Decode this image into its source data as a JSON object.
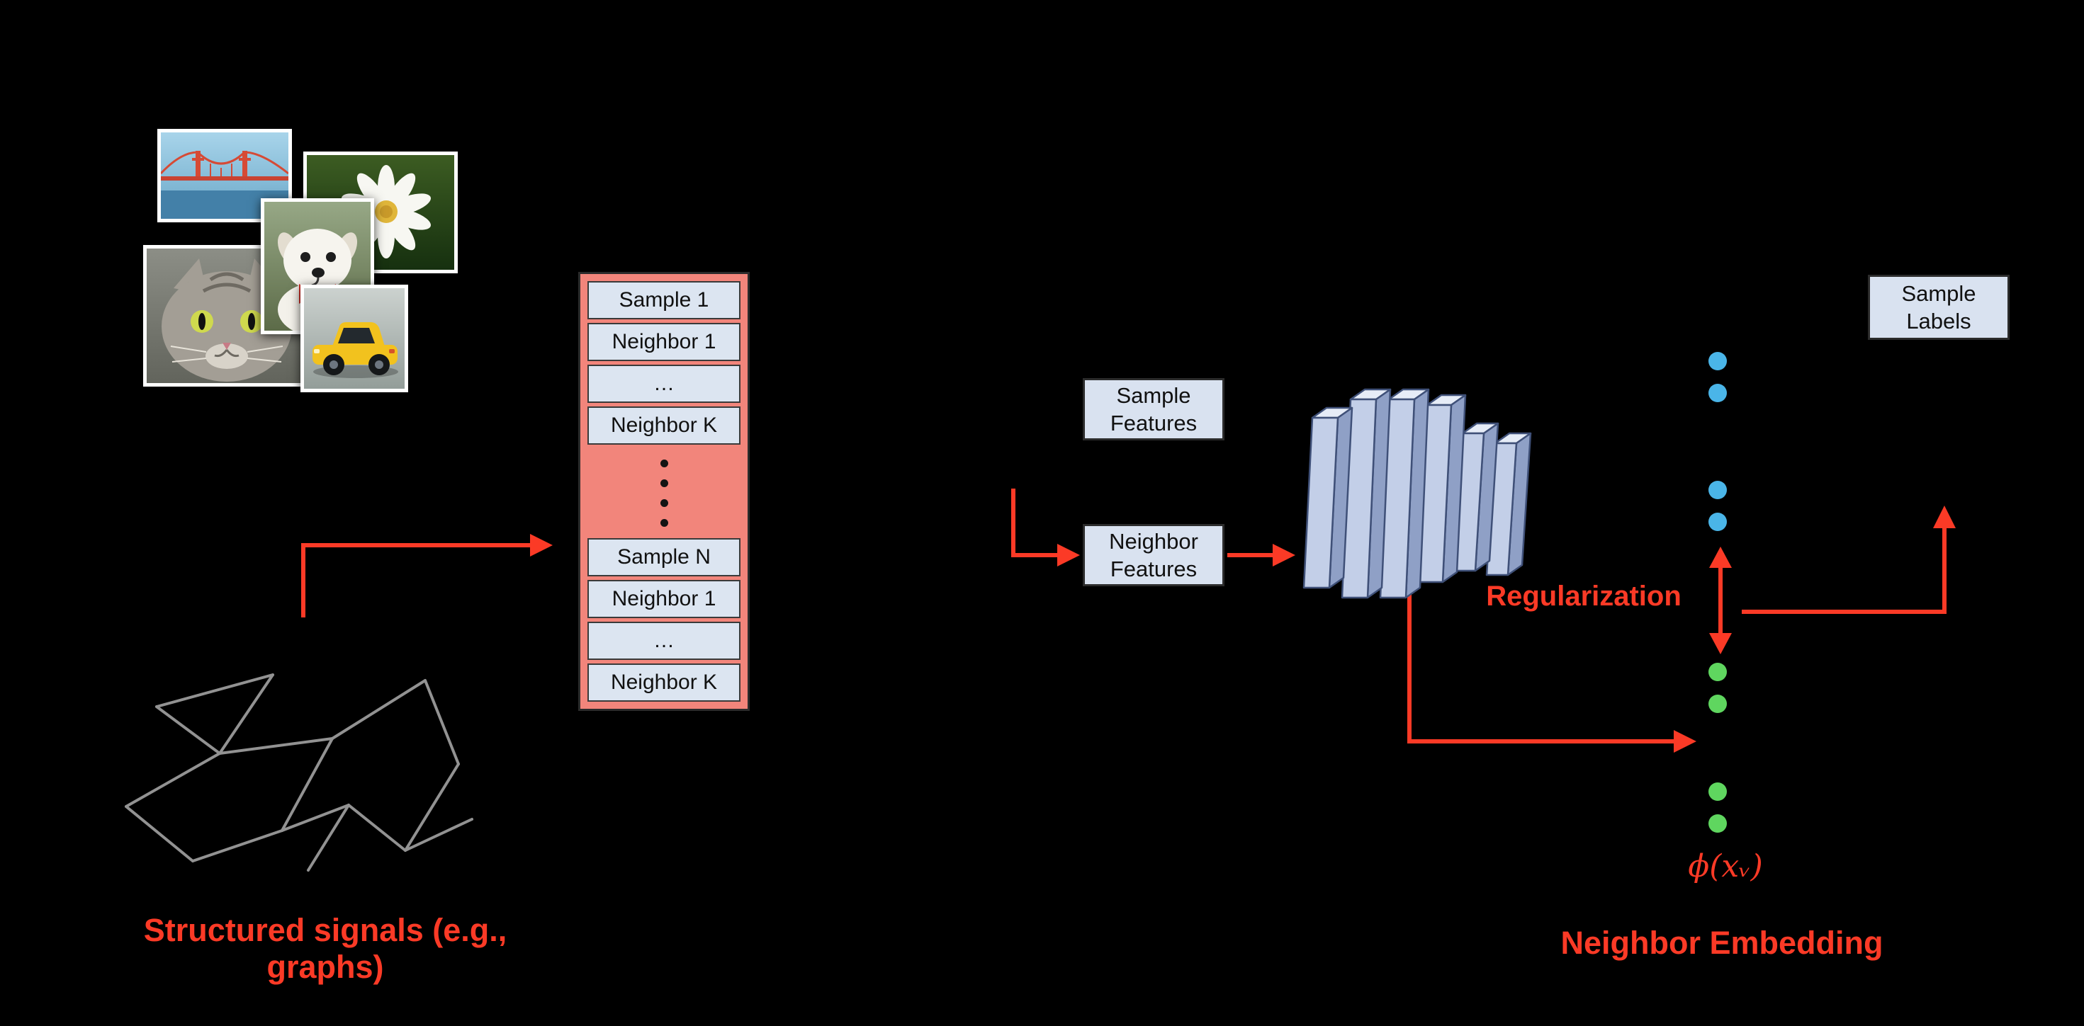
{
  "colors": {
    "background": "#000000",
    "accent_red": "#fb3a26",
    "table_bg": "#f2857b",
    "table_row_bg": "#dce5f1",
    "box_bg": "#d9e2f0",
    "nn_front": "#c3cfe8",
    "nn_top": "#e6ecf7",
    "nn_side": "#8fa0c6",
    "nn_stroke": "#3f5078",
    "sample_dot_blue": "#4ab5e8",
    "neighbor_dot_green": "#5fd65f",
    "graph_gray": "#9a9a9a"
  },
  "photo_names": [
    "golden-gate-bridge-photo",
    "daisy-flower-photo",
    "cat-photo",
    "puppy-photo",
    "yellow-car-photo"
  ],
  "batch_table": {
    "rows_top": [
      "Sample 1",
      "Neighbor 1",
      "…",
      "Neighbor K"
    ],
    "rows_bottom": [
      "Sample N",
      "Neighbor 1",
      "…",
      "Neighbor K"
    ]
  },
  "boxes": {
    "sample_features": "Sample Features",
    "neighbor_features": "Neighbor Features",
    "sample_labels": "Sample Labels"
  },
  "labels": {
    "structured_signals": "Structured signals (e.g., graphs)",
    "regularization": "Regularization",
    "phi": "ϕ(xᵥ)",
    "neighbor_embedding": "Neighbor Embedding"
  },
  "embedding_dots": {
    "sample_color": "#4ab5e8",
    "sample_count": 4,
    "neighbor_color": "#5fd65f",
    "neighbor_count": 4
  }
}
